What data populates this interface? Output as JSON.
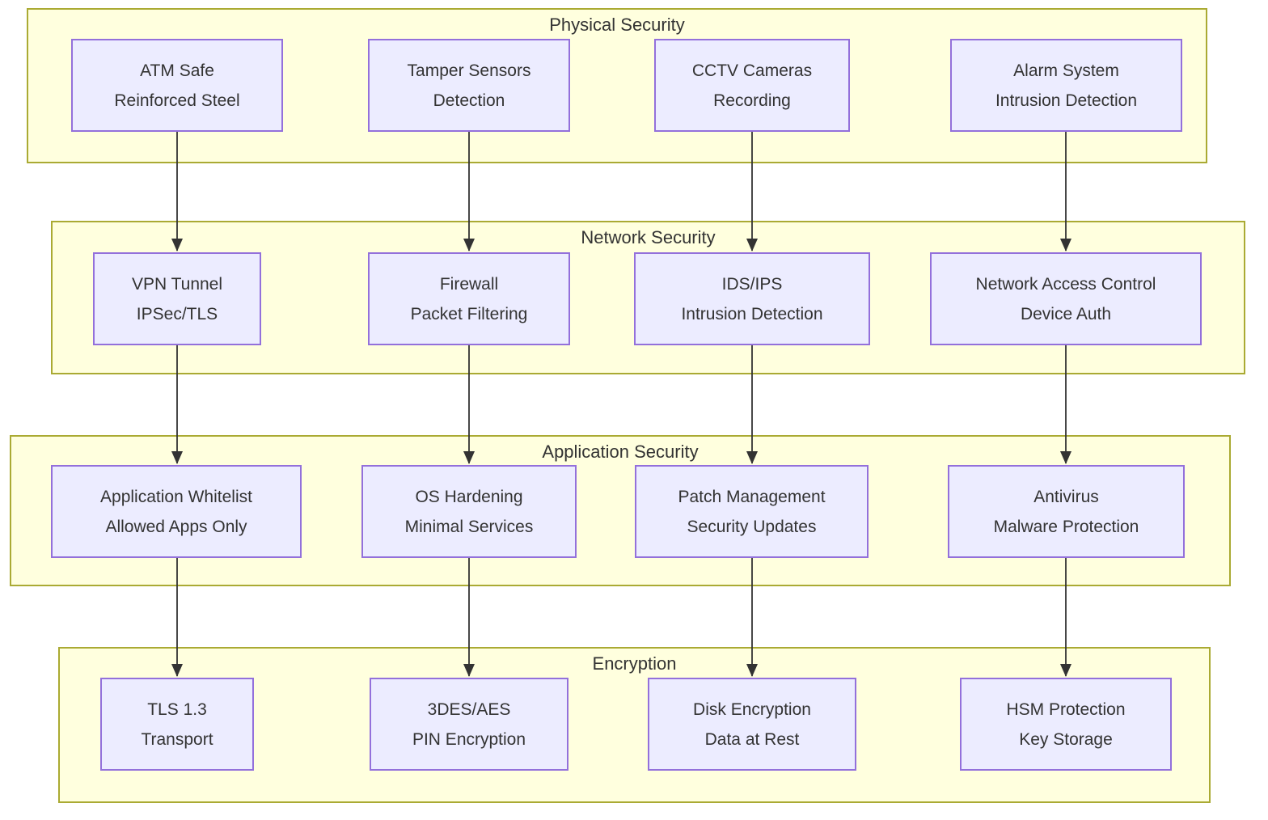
{
  "diagram": {
    "type": "layered-flowchart",
    "bands": [
      {
        "id": "physical-security",
        "title": "Physical Security",
        "nodes": [
          {
            "id": "atm-safe",
            "line1": "ATM Safe",
            "line2": "Reinforced Steel"
          },
          {
            "id": "tamper-sensors",
            "line1": "Tamper Sensors",
            "line2": "Detection"
          },
          {
            "id": "cctv-cameras",
            "line1": "CCTV Cameras",
            "line2": "Recording"
          },
          {
            "id": "alarm-system",
            "line1": "Alarm System",
            "line2": "Intrusion Detection"
          }
        ]
      },
      {
        "id": "network-security",
        "title": "Network Security",
        "nodes": [
          {
            "id": "vpn-tunnel",
            "line1": "VPN Tunnel",
            "line2": "IPSec/TLS"
          },
          {
            "id": "firewall",
            "line1": "Firewall",
            "line2": "Packet Filtering"
          },
          {
            "id": "ids-ips",
            "line1": "IDS/IPS",
            "line2": "Intrusion Detection"
          },
          {
            "id": "network-access-control",
            "line1": "Network Access Control",
            "line2": "Device Auth"
          }
        ]
      },
      {
        "id": "application-security",
        "title": "Application Security",
        "nodes": [
          {
            "id": "application-whitelist",
            "line1": "Application Whitelist",
            "line2": "Allowed Apps Only"
          },
          {
            "id": "os-hardening",
            "line1": "OS Hardening",
            "line2": "Minimal Services"
          },
          {
            "id": "patch-management",
            "line1": "Patch Management",
            "line2": "Security Updates"
          },
          {
            "id": "antivirus",
            "line1": "Antivirus",
            "line2": "Malware Protection"
          }
        ]
      },
      {
        "id": "encryption",
        "title": "Encryption",
        "nodes": [
          {
            "id": "tls-1-3",
            "line1": "TLS 1.3",
            "line2": "Transport"
          },
          {
            "id": "3des-aes",
            "line1": "3DES/AES",
            "line2": "PIN Encryption"
          },
          {
            "id": "disk-encryption",
            "line1": "Disk Encryption",
            "line2": "Data at Rest"
          },
          {
            "id": "hsm-protection",
            "line1": "HSM Protection",
            "line2": "Key Storage"
          }
        ]
      }
    ],
    "edges": [
      {
        "from": "atm-safe",
        "to": "vpn-tunnel"
      },
      {
        "from": "tamper-sensors",
        "to": "firewall"
      },
      {
        "from": "cctv-cameras",
        "to": "ids-ips"
      },
      {
        "from": "alarm-system",
        "to": "network-access-control"
      },
      {
        "from": "vpn-tunnel",
        "to": "application-whitelist"
      },
      {
        "from": "firewall",
        "to": "os-hardening"
      },
      {
        "from": "ids-ips",
        "to": "patch-management"
      },
      {
        "from": "network-access-control",
        "to": "antivirus"
      },
      {
        "from": "application-whitelist",
        "to": "tls-1-3"
      },
      {
        "from": "os-hardening",
        "to": "3des-aes"
      },
      {
        "from": "patch-management",
        "to": "disk-encryption"
      },
      {
        "from": "antivirus",
        "to": "hsm-protection"
      }
    ],
    "colors": {
      "band_fill": "#ffffde",
      "band_border": "#aaaa33",
      "node_fill": "#ececff",
      "node_border": "#9370db",
      "text": "#333333",
      "arrow": "#333333"
    }
  }
}
